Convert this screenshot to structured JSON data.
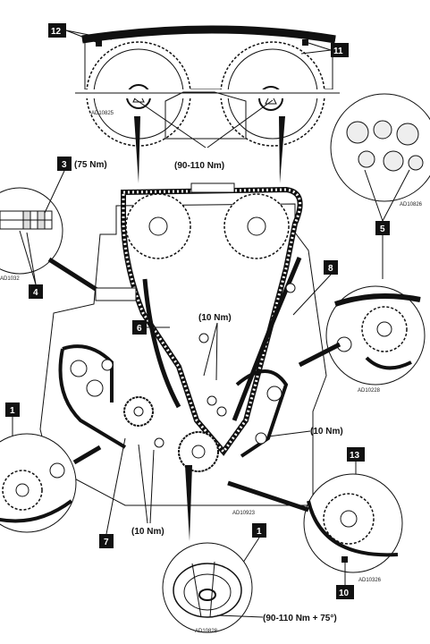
{
  "badges": {
    "b12": "12",
    "b11": "11",
    "b3": "3",
    "b4": "4",
    "b5": "5",
    "b6": "6",
    "b8": "8",
    "b1a": "1",
    "b1b": "1",
    "b7": "7",
    "b13": "13",
    "b10": "10"
  },
  "torques": {
    "t3": "(75 Nm)",
    "cam": "(90-110 Nm)",
    "mid": "(10 Nm)",
    "right": "(10 Nm)",
    "low": "(10 Nm)",
    "crank": "(90-110 Nm + 75°)"
  },
  "refs": {
    "r825": "AD10825",
    "r826": "AD10826",
    "r1032": "AD1032",
    "r228": "AD10228",
    "r923": "AD10923",
    "r326": "AD10326",
    "r828": "AD10828"
  },
  "colors": {
    "ink": "#111111",
    "paper": "#ffffff"
  }
}
